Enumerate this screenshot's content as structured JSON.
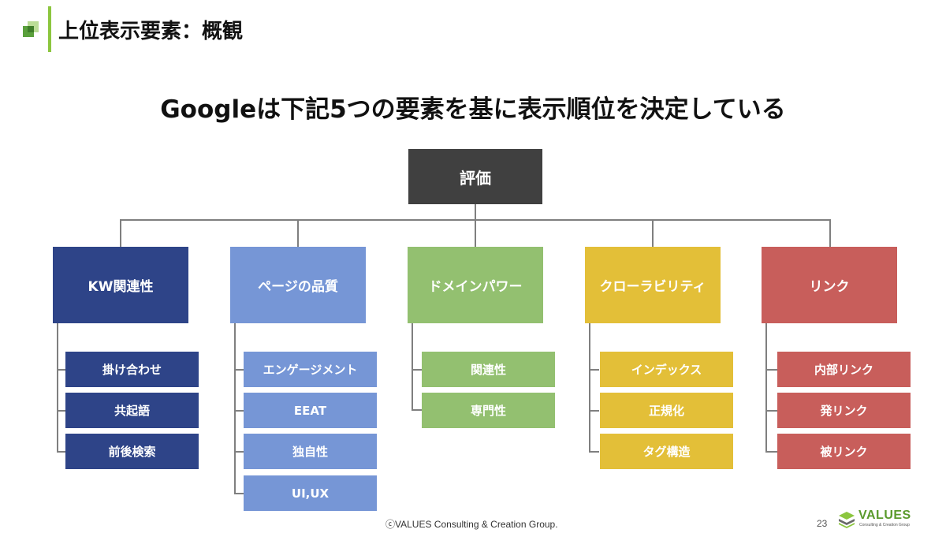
{
  "slide": {
    "header_title": "上位表示要素：概観",
    "headline": "Googleは下記5つの要素を基に表示順位を決定している",
    "footer_copyright": "ⓒVALUES Consulting & Creation Group.",
    "page_number": "23"
  },
  "logo": {
    "name": "VALUES",
    "tagline": "Consulting & Creation Group"
  },
  "diagram": {
    "root_label": "評価",
    "categories": [
      {
        "label": "KW関連性",
        "color": "#2e4488",
        "sub_color": "#2e4488",
        "items": [
          "掛け合わせ",
          "共起語",
          "前後検索"
        ]
      },
      {
        "label": "ページの品質",
        "color": "#7696d6",
        "sub_color": "#7696d6",
        "items": [
          "エンゲージメント",
          "EEAT",
          "独自性",
          "UI,UX"
        ]
      },
      {
        "label": "ドメインパワー",
        "color": "#93c070",
        "sub_color": "#93c070",
        "items": [
          "関連性",
          "専門性"
        ]
      },
      {
        "label": "クローラビリティ",
        "color": "#e3bf38",
        "sub_color": "#e3bf38",
        "items": [
          "インデックス",
          "正規化",
          "タグ構造"
        ]
      },
      {
        "label": "リンク",
        "color": "#c85e5b",
        "sub_color": "#c85e5b",
        "items": [
          "内部リンク",
          "発リンク",
          "被リンク"
        ]
      }
    ]
  }
}
